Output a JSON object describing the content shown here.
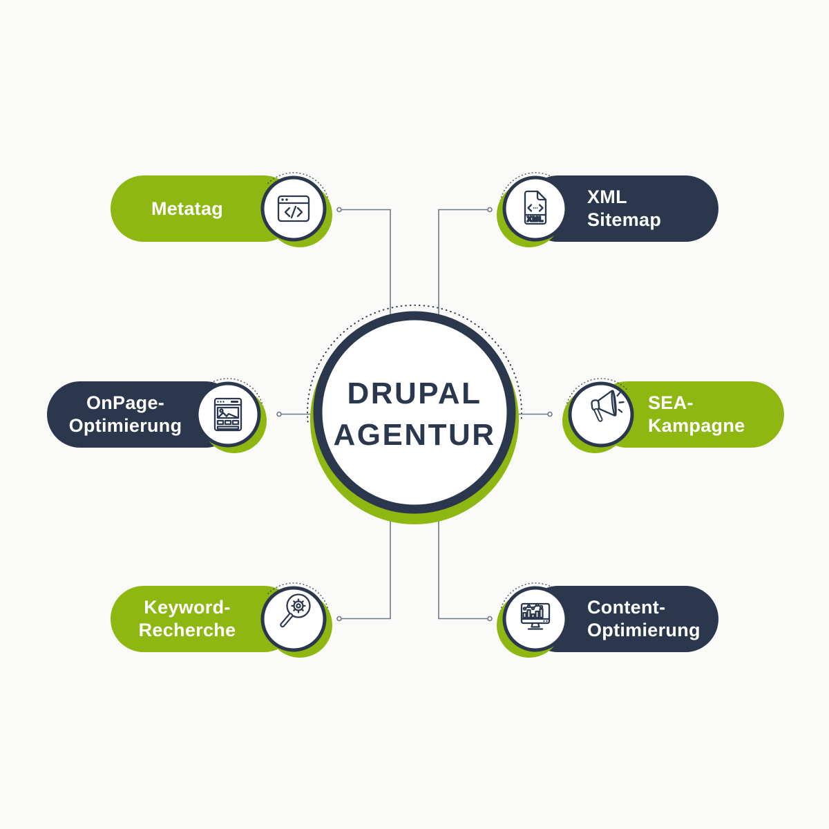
{
  "colors": {
    "green": "#8EB712",
    "navy": "#2B374D",
    "background": "#FAFAF8",
    "connector": "#6F7888"
  },
  "diagram": {
    "center": {
      "line1": "DRUPAL",
      "line2": "AGENTUR"
    },
    "nodes": [
      {
        "id": "metatag",
        "line1": "Metatag",
        "line2": "",
        "icon": "code-browser-icon",
        "color": "green",
        "position": "top-left"
      },
      {
        "id": "xml-sitemap",
        "line1": "XML",
        "line2": "Sitemap",
        "icon": "xml-file-icon",
        "icon_text": "XML",
        "color": "navy",
        "position": "top-right"
      },
      {
        "id": "onpage-optimierung",
        "line1": "OnPage-",
        "line2": "Optimierung",
        "icon": "webpage-layout-icon",
        "color": "navy",
        "position": "middle-left"
      },
      {
        "id": "sea-kampagne",
        "line1": "SEA-",
        "line2": "Kampagne",
        "icon": "megaphone-icon",
        "color": "green",
        "position": "middle-right"
      },
      {
        "id": "keyword-recherche",
        "line1": "Keyword-",
        "line2": "Recherche",
        "icon": "magnifier-gear-icon",
        "color": "green",
        "position": "bottom-left"
      },
      {
        "id": "content-optimierung",
        "line1": "Content-",
        "line2": "Optimierung",
        "icon": "monitor-analytics-icon",
        "color": "navy",
        "position": "bottom-right"
      }
    ]
  }
}
